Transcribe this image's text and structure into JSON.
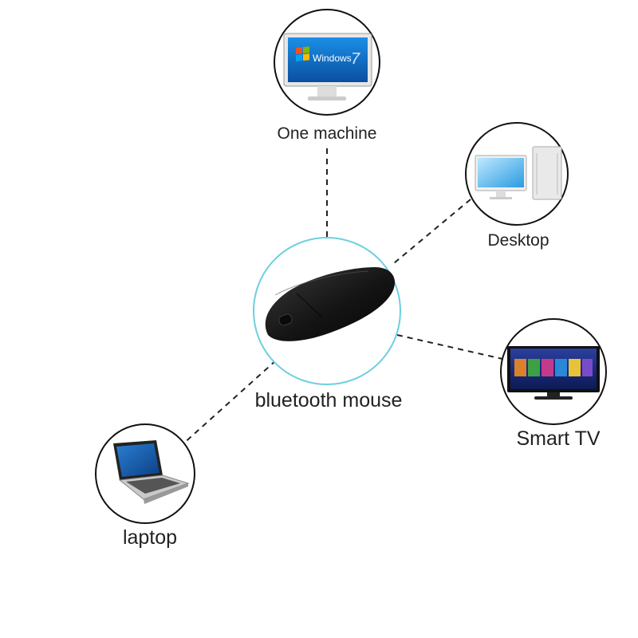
{
  "center": {
    "label": "bluetooth mouse",
    "icon": "mouse-icon"
  },
  "devices": [
    {
      "label": "One machine",
      "icon": "monitor-icon",
      "screen_text": "Windows",
      "screen_badge": "7"
    },
    {
      "label": "Desktop",
      "icon": "desktop-icon"
    },
    {
      "label": "Smart TV",
      "icon": "tv-icon"
    },
    {
      "label": "laptop",
      "icon": "laptop-icon"
    }
  ],
  "colors": {
    "center_ring": "#6ccfe0",
    "device_ring": "#111111",
    "connector": "#222222",
    "screen_blue": "#1e78c8"
  }
}
